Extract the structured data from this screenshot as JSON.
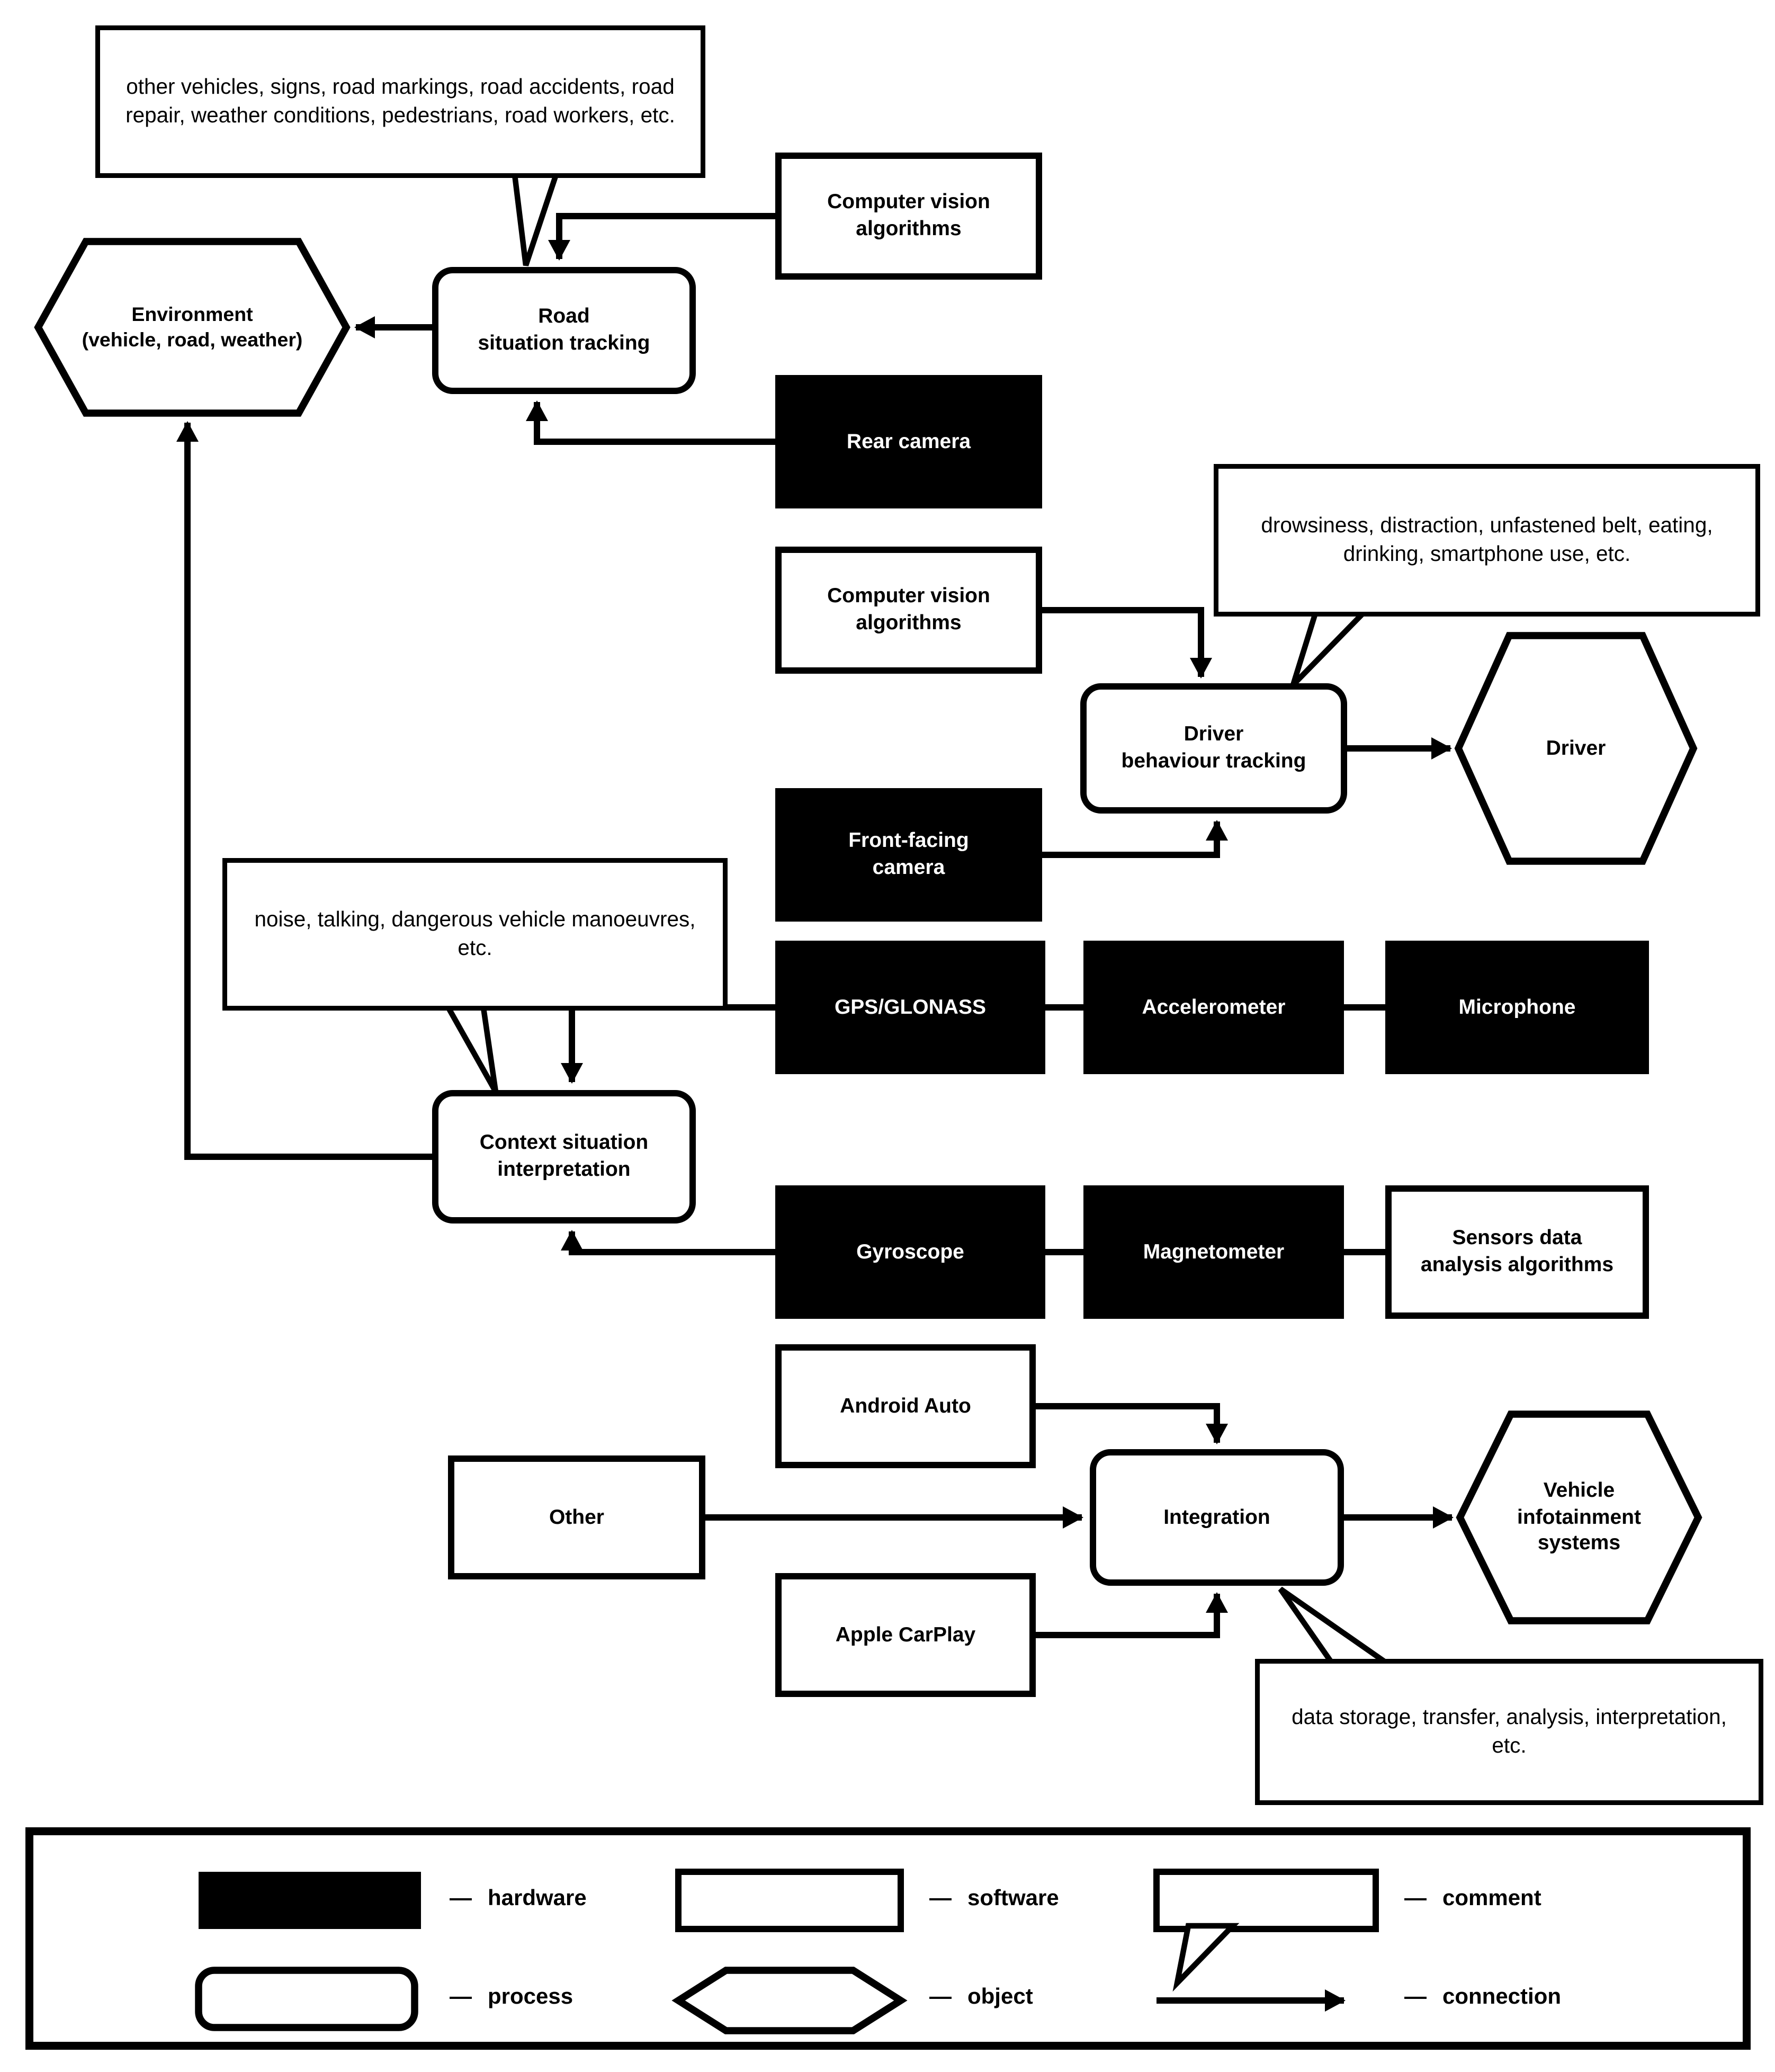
{
  "palette": {
    "ink": "#000000",
    "paper": "#ffffff"
  },
  "nodes": {
    "comment_road": {
      "text": "other vehicles, signs, road markings, road accidents, road repair, weather conditions, pedestrians, road workers, etc."
    },
    "cv_top": {
      "label": "Computer vision\nalgorithms"
    },
    "road_tracking": {
      "label": "Road\nsituation tracking"
    },
    "environment": {
      "label": "Environment\n(vehicle, road, weather)"
    },
    "rear_camera": {
      "label": "Rear camera"
    },
    "comment_driver": {
      "text": "drowsiness, distraction, unfastened belt, eating, drinking, smartphone use, etc."
    },
    "cv_mid": {
      "label": "Computer vision\nalgorithms"
    },
    "driver_tracking": {
      "label": "Driver\nbehaviour tracking"
    },
    "driver": {
      "label": "Driver"
    },
    "front_camera": {
      "label": "Front-facing\ncamera"
    },
    "comment_context": {
      "text": "noise, talking, dangerous vehicle manoeuvres, etc."
    },
    "gps": {
      "label": "GPS/GLONASS"
    },
    "accelerometer": {
      "label": "Accelerometer"
    },
    "microphone": {
      "label": "Microphone"
    },
    "context_interpretation": {
      "label": "Context situation\ninterpretation"
    },
    "gyroscope": {
      "label": "Gyroscope"
    },
    "magnetometer": {
      "label": "Magnetometer"
    },
    "sensors_algorithms": {
      "label": "Sensors data\nanalysis algorithms"
    },
    "android_auto": {
      "label": "Android Auto"
    },
    "other": {
      "label": "Other"
    },
    "apple_carplay": {
      "label": "Apple CarPlay"
    },
    "integration": {
      "label": "Integration"
    },
    "vehicle_infotainment": {
      "label": "Vehicle\ninfotainment\nsystems"
    },
    "comment_integration": {
      "text": "data storage, transfer, analysis, interpretation, etc."
    }
  },
  "legend": {
    "items": [
      {
        "dash": "—",
        "label": "hardware"
      },
      {
        "dash": "—",
        "label": "software"
      },
      {
        "dash": "—",
        "label": "comment"
      },
      {
        "dash": "—",
        "label": "process"
      },
      {
        "dash": "—",
        "label": "object"
      },
      {
        "dash": "—",
        "label": "connection"
      }
    ]
  }
}
